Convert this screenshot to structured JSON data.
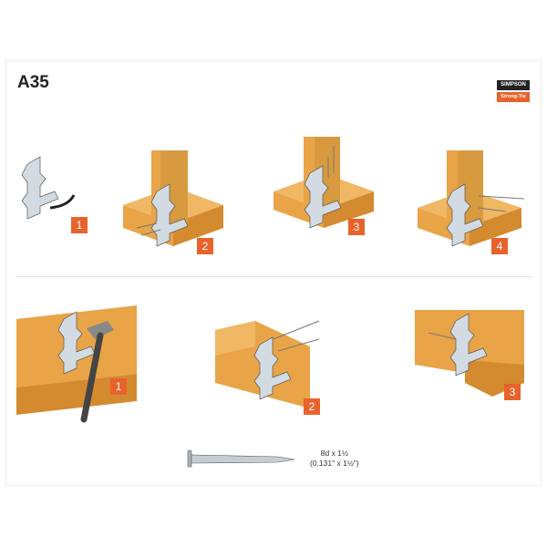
{
  "title": "A35",
  "logo": {
    "line1": "SIMPSON",
    "line2": "Strong-Tie"
  },
  "top_steps": [
    "1",
    "2",
    "3",
    "4"
  ],
  "bottom_steps": [
    "1",
    "2",
    "3"
  ],
  "nail": {
    "size": "8d x 1½",
    "dimensions": "(0.131\" x 1½\")"
  },
  "colors": {
    "accent": "#e8622c",
    "wood": "#e9a447",
    "wood_dark": "#d48a2e",
    "metal": "#d3dbe2"
  }
}
